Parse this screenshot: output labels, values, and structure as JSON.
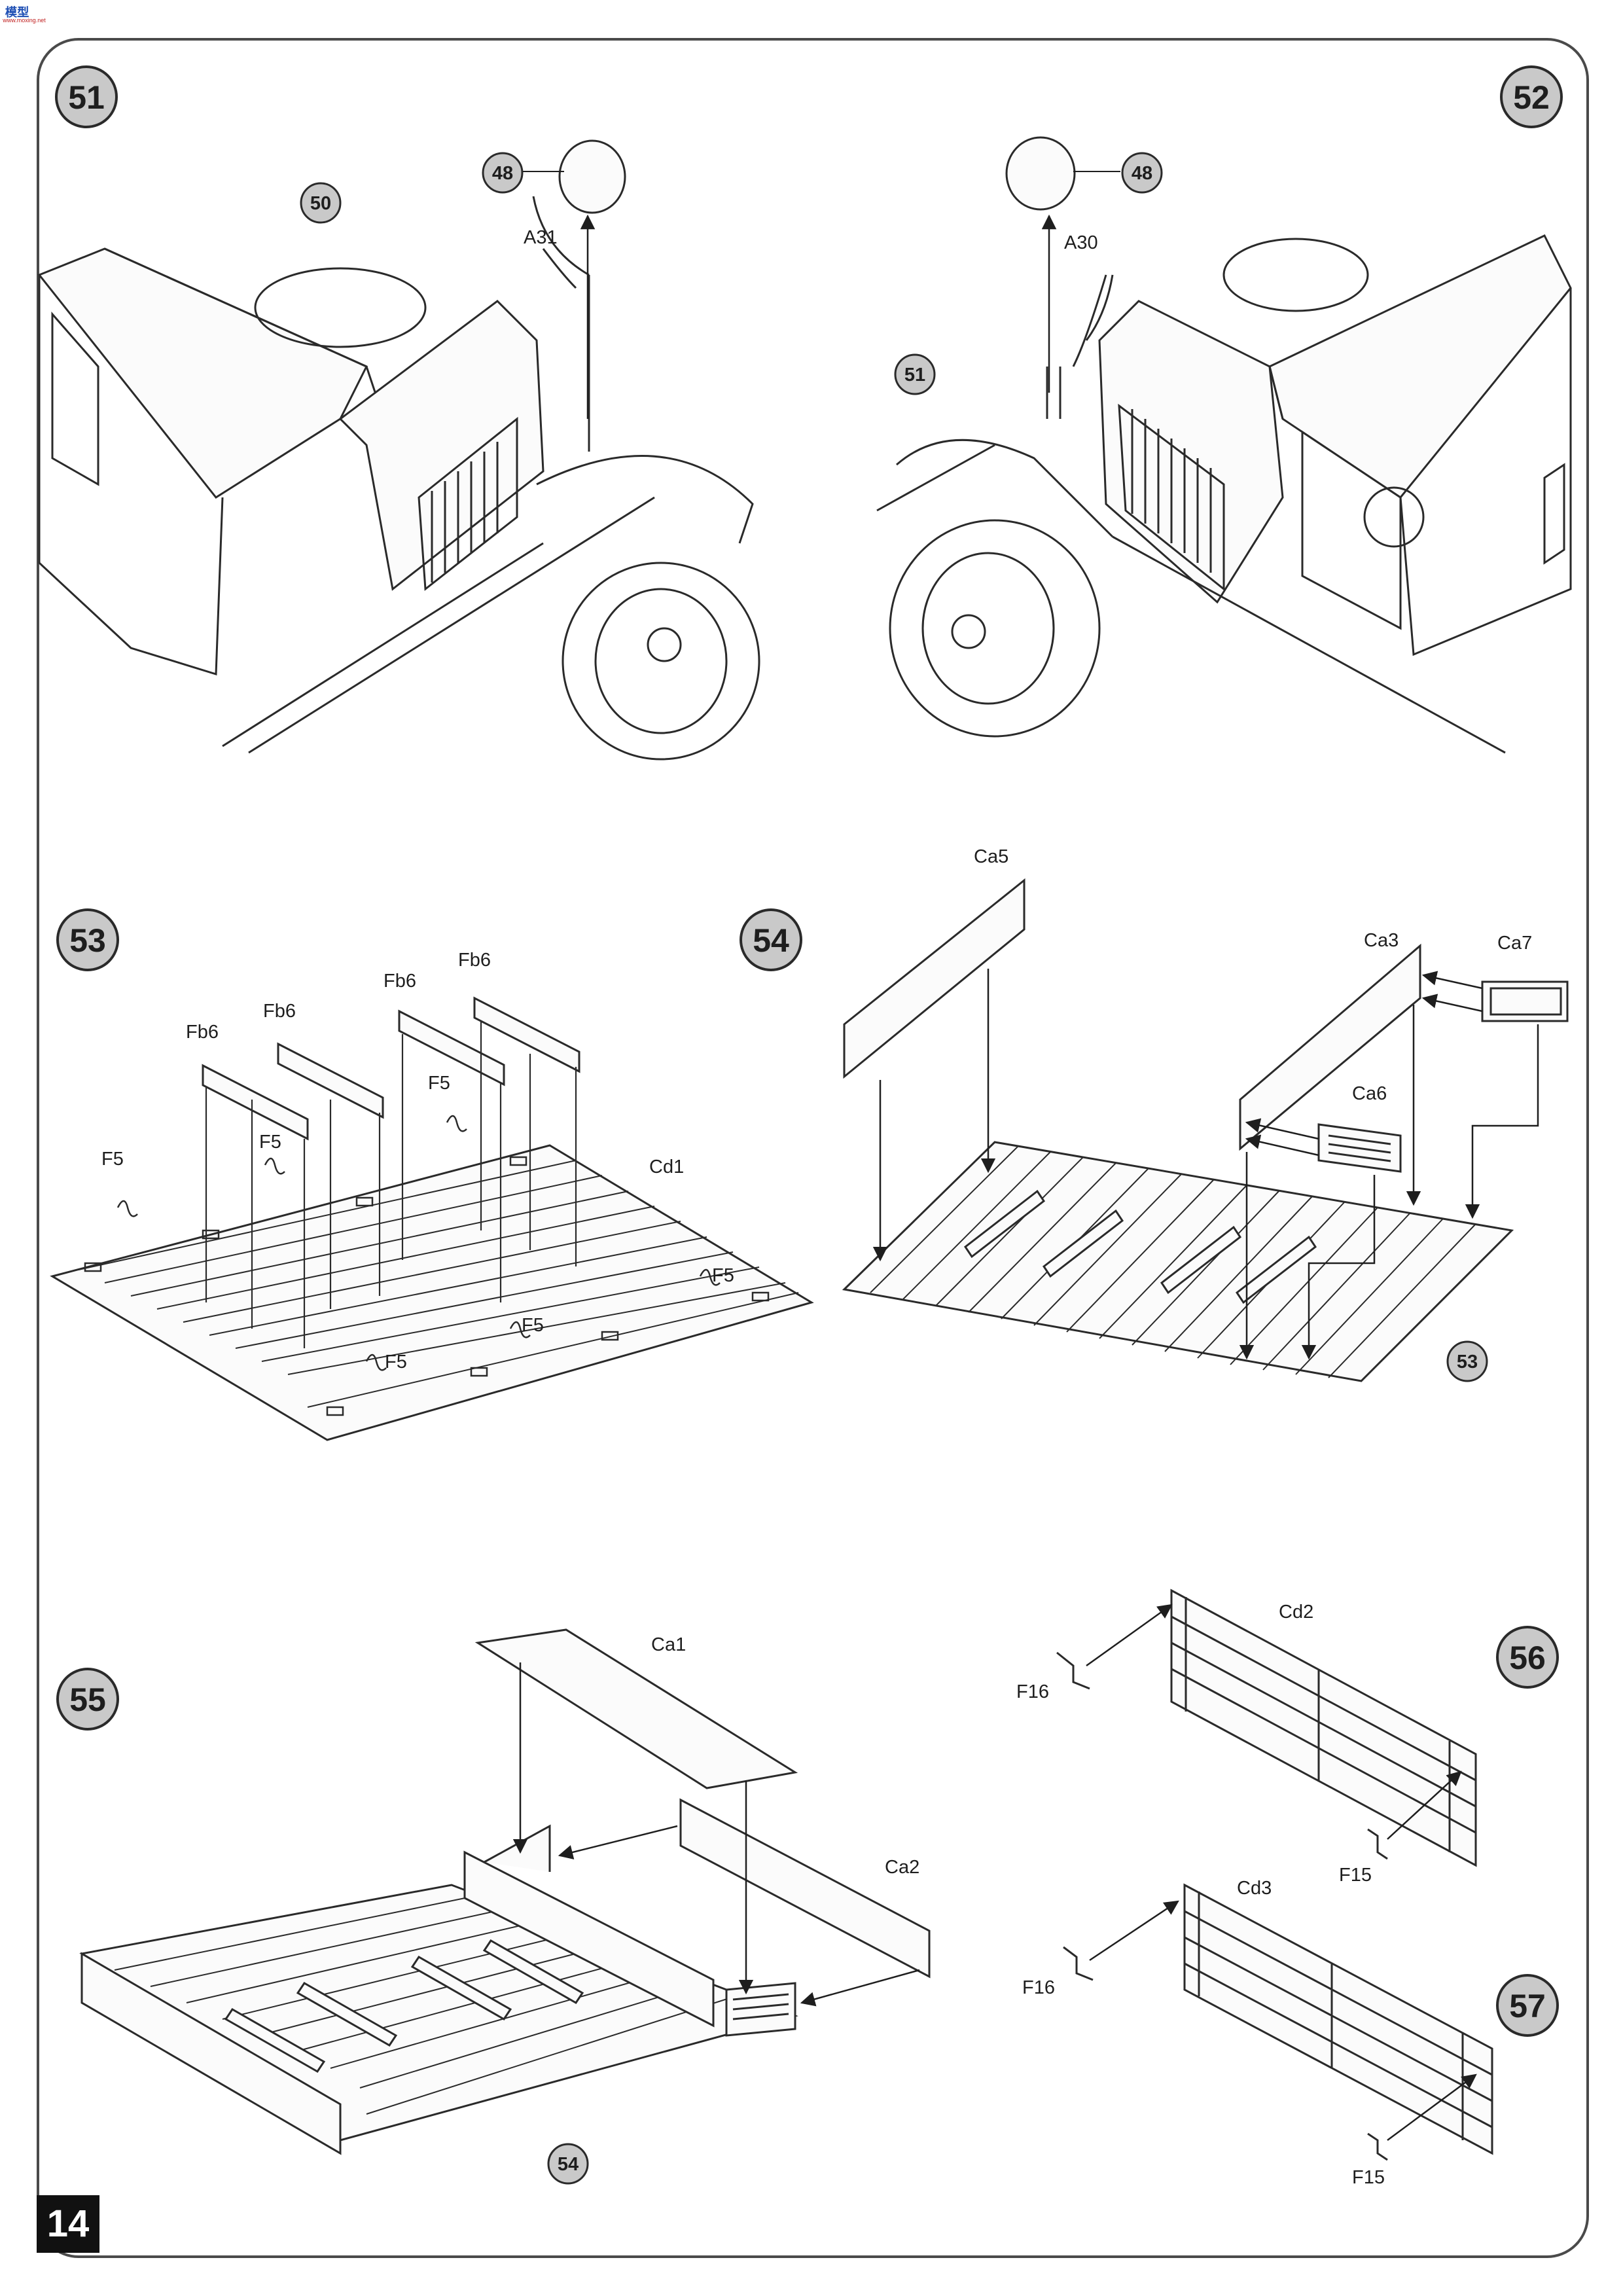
{
  "header": {
    "watermark_logo": "模型",
    "watermark_site": "www.moxing.net"
  },
  "page_number": "14",
  "colors": {
    "line": "#2a2a2a",
    "badge_fill": "#c9c9c9",
    "frame": "#4a4a4a"
  },
  "steps": {
    "s51": {
      "number": "51",
      "parts": {
        "p48": "48",
        "p50": "50",
        "a31": "A31"
      }
    },
    "s52": {
      "number": "52",
      "parts": {
        "p48": "48",
        "p51": "51",
        "a30": "A30"
      }
    },
    "s53": {
      "number": "53",
      "parts": {
        "fb6": "Fb6",
        "f5": "F5",
        "cd1": "Cd1"
      }
    },
    "s54": {
      "number": "54",
      "parts": {
        "ca5": "Ca5",
        "ca3": "Ca3",
        "ca7": "Ca7",
        "ca6": "Ca6",
        "p53": "53"
      }
    },
    "s55": {
      "number": "55",
      "parts": {
        "ca1": "Ca1",
        "ca2": "Ca2",
        "p54": "54"
      }
    },
    "s56": {
      "number": "56",
      "parts": {
        "cd2": "Cd2",
        "f16": "F16",
        "f15": "F15"
      }
    },
    "s57": {
      "number": "57",
      "parts": {
        "cd3": "Cd3",
        "f16": "F16",
        "f15": "F15"
      }
    }
  }
}
